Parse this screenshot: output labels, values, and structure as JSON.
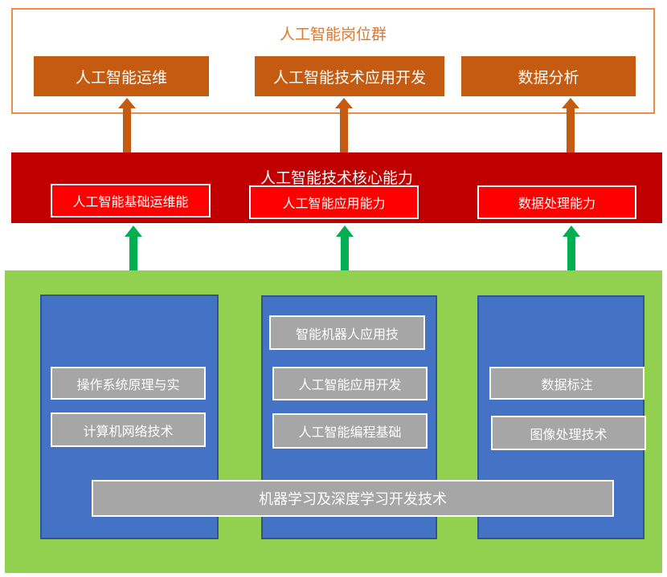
{
  "job_group": {
    "title": "人工智能岗位群",
    "jobs": [
      "人工智能运维",
      "人工智能技术应用开发",
      "数据分析"
    ]
  },
  "core": {
    "title": "人工智能技术核心能力",
    "abilities": [
      "人工智能基础运维能",
      "人工智能应用能力",
      "数据处理能力"
    ]
  },
  "foundation": {
    "left_courses": [
      "操作系统原理与实",
      "计算机网络技术"
    ],
    "middle_courses": [
      "智能机器人应用技",
      "人工智能应用开发",
      "人工智能编程基础"
    ],
    "right_courses": [
      "数据标注",
      "图像处理技术"
    ],
    "shared_course": "机器学习及深度学习开发技术"
  },
  "colors": {
    "job_box": "#c55a11",
    "job_border": "#ed8c48",
    "core_band": "#c00000",
    "ability_box": "#ff0000",
    "foundation": "#92d050",
    "column": "#4472c4",
    "course_box": "#a6a6a6",
    "green_arrow": "#00b050"
  }
}
